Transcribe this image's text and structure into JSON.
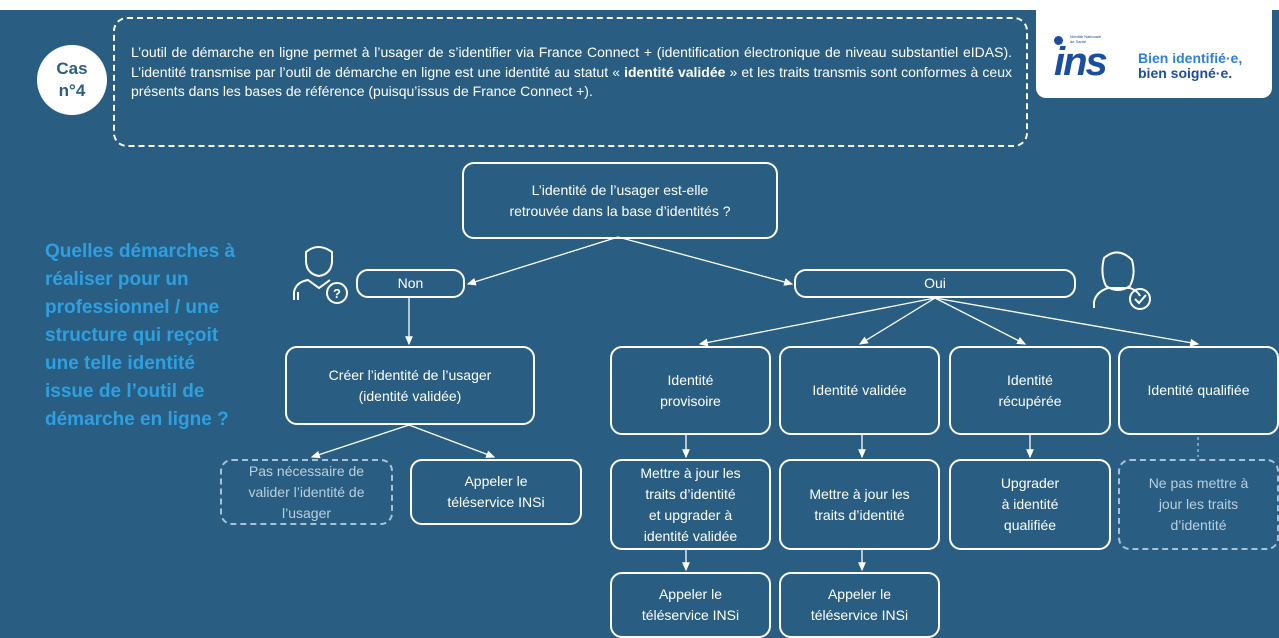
{
  "case": {
    "label": "Cas\nn°4"
  },
  "intro": {
    "text_before": "L’outil de démarche en ligne permet à l’usager de s’identifier via France Connect + (identification électronique de niveau substantiel eIDAS). L’identité transmise par l’outil de démarche en ligne est une identité au statut « ",
    "text_bold": "identité validée",
    "text_after": " » et les traits transmis sont conformes à ceux présents dans les bases de référence (puisqu’issus de France Connect +)."
  },
  "logo": {
    "word": "ins",
    "small_text": "Identité Nationale\nde Santé",
    "tagline_1": "Bien identifié·e,",
    "tagline_2": "bien soigné·e.",
    "color_primary": "#1c4ea0",
    "color_accent": "#2e7fd6"
  },
  "question": "Quelles démarches à\nréaliser pour un\nprofessionnel / une\nstructure qui reçoit\nune telle identité\nissue de l’outil de\ndémarche en ligne ?",
  "flow": {
    "root": "L’identité de l’usager est-elle\nretrouvée dans la base d’identités ?",
    "no": "Non",
    "yes": "Oui",
    "no_branch": {
      "create": "Créer l’identité de l’usager\n(identité validée)",
      "not_needed": "Pas nécessaire de\nvalider l’identité de\nl’usager",
      "call": "Appeler le\ntéléservice INSi"
    },
    "yes_branch": {
      "provisoire": "Identité\nprovisoire",
      "validee": "Identité validée",
      "recuperee": "Identité\nrécupérée",
      "qualifiee": "Identité qualifiée",
      "update_upgrade": "Mettre à jour les\ntraits d’identité\net upgrader à\nidentité validée",
      "update": "Mettre à jour les\ntraits d’identité",
      "upgrade": "Upgrader\nà identité\nqualifiée",
      "no_update": "Ne pas mettre à\njour les traits\nd’identité",
      "call_1": "Appeler le\ntéléservice INSi",
      "call_2": "Appeler le\ntéléservice INSi"
    }
  },
  "colors": {
    "background": "#295e82",
    "highlight": "#2e9fe0",
    "dashed": "#aac3d4"
  }
}
